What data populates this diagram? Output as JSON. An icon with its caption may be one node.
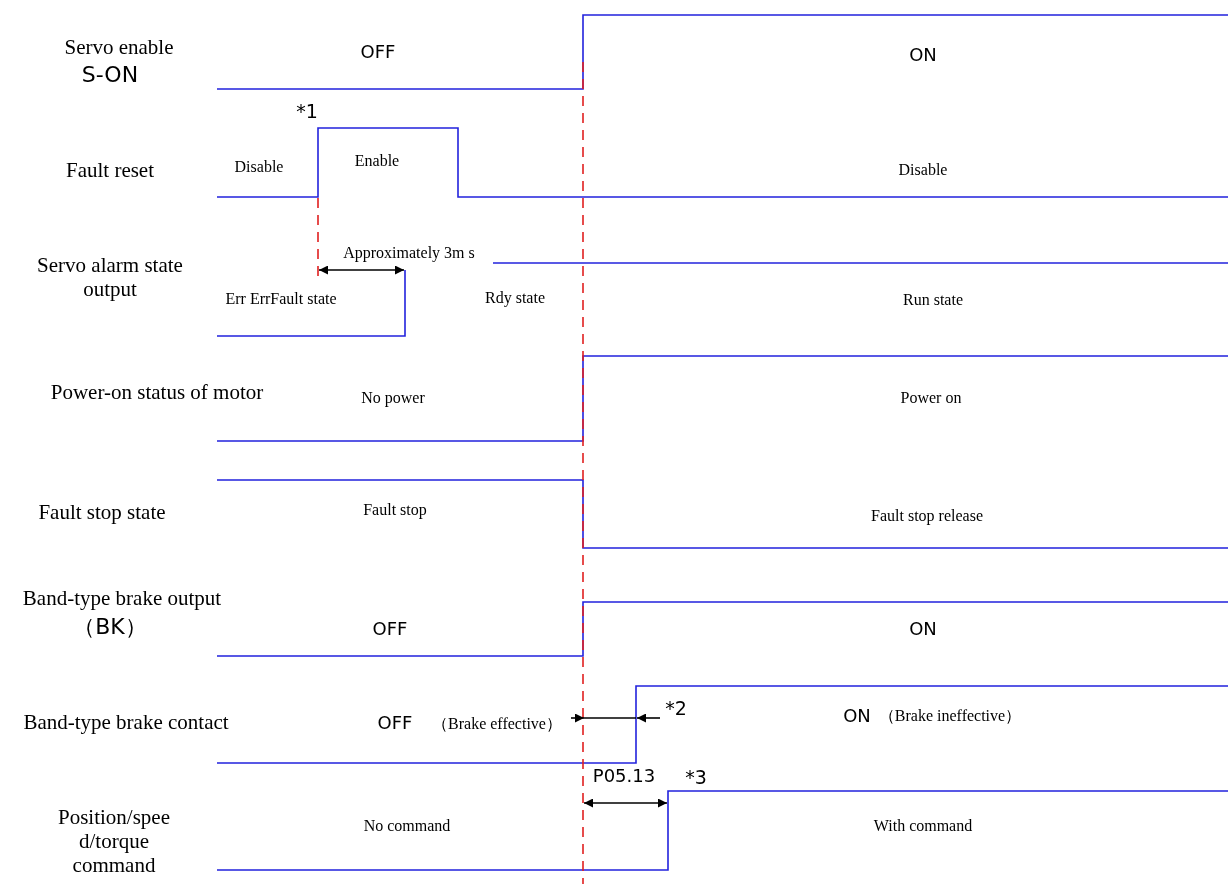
{
  "diagram": {
    "labels": [
      "Servo enable",
      "S-ON",
      "OFF",
      "ON",
      "*1",
      "Fault reset",
      "Disable",
      "Enable",
      "Disable",
      "Servo alarm state output",
      "Approximately 3m s",
      "Err ErrFault state",
      "Rdy state",
      "Run state",
      "Power-on status of motor",
      "No power",
      "Power on",
      "Fault stop state",
      "Fault stop",
      "Fault stop release",
      "Band-type brake output",
      "（BK）",
      "OFF",
      "ON",
      "Band-type brake contact",
      "OFF",
      "（Brake effective）",
      "*2",
      "ON",
      "（Brake ineffective）",
      "P05.13",
      "*3",
      "Position/spee d/torque command",
      "No command",
      "With command"
    ]
  }
}
